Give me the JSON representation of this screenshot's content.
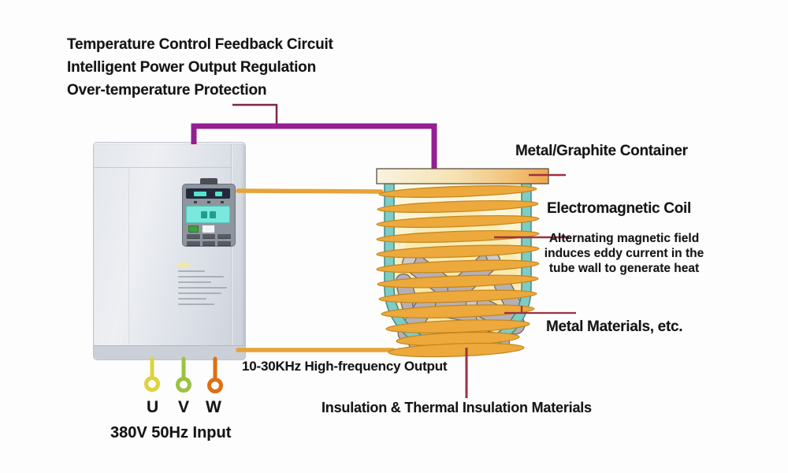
{
  "labels": {
    "top": [
      "Temperature Control Feedback Circuit",
      "Intelligent Power Output Regulation",
      "Over-temperature Protection"
    ],
    "container": "Metal/Graphite Container",
    "coil": "Electromagnetic Coil",
    "field_note": "Alternating magnetic field\ninduces eddy current in the\ntube wall to generate heat",
    "materials": "Metal Materials, etc.",
    "output": "10-30KHz High-frequency Output",
    "insulation": "Insulation & Thermal Insulation Materials",
    "terminal_u": "U",
    "terminal_v": "V",
    "terminal_w": "W",
    "input": "380V 50Hz Input"
  },
  "colors": {
    "purple_wire": "#951e93",
    "bracket_line": "#7e2742",
    "leader_line": "#9c3142",
    "coil_orange": "#eda93c",
    "coil_outline": "#c4861d",
    "lead_orange": "#e7a337",
    "vessel_teal": "#7fccc4",
    "vessel_outline": "#3d8b85",
    "rod_gray": "#b6b0b4",
    "rod_outline": "#6e686c",
    "terminal_u": "#ded23f",
    "terminal_v": "#9cc244",
    "terminal_w": "#de7013"
  }
}
